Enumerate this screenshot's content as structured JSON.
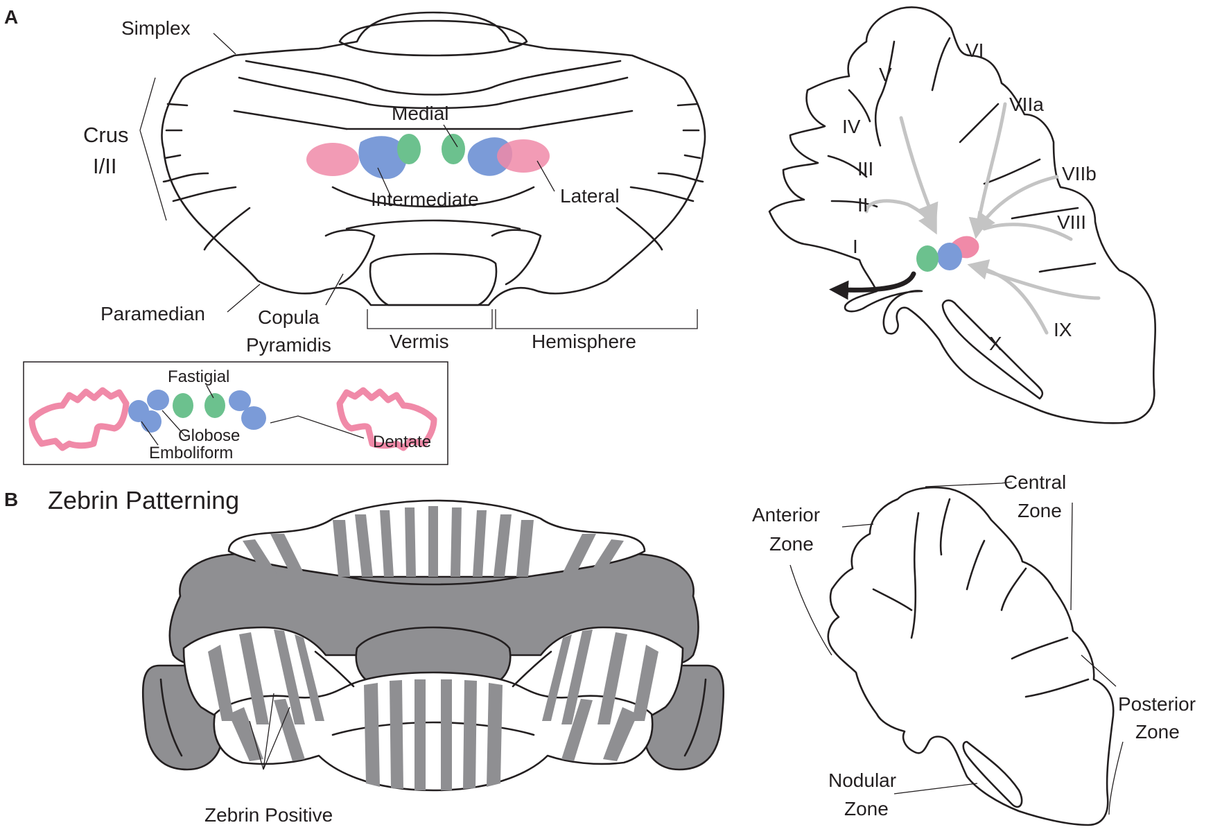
{
  "panels": {
    "a": "A",
    "b": "B"
  },
  "dorsal_view": {
    "simplex": "Simplex",
    "crus_line1": "Crus",
    "crus_line2": "I/II",
    "medial": "Medial",
    "intermediate": "Intermediate",
    "lateral": "Lateral",
    "paramedian": "Paramedian",
    "copula_line1": "Copula",
    "copula_line2": "Pyramidis",
    "vermis": "Vermis",
    "hemisphere": "Hemisphere"
  },
  "nuclei_inset": {
    "fastigial": "Fastigial",
    "globose": "Globose",
    "emboliform": "Emboliform",
    "dentate": "Dentate"
  },
  "sagittal_lobules": {
    "lobules": [
      "I",
      "II",
      "III",
      "IV",
      "V",
      "VI",
      "VIIa",
      "VIIb",
      "VIII",
      "IX",
      "X"
    ]
  },
  "zebrin": {
    "title": "Zebrin Patterning",
    "zebrin_positive": "Zebrin Positive"
  },
  "zones": {
    "central_line1": "Central",
    "central_line2": "Zone",
    "anterior_line1": "Anterior",
    "anterior_line2": "Zone",
    "posterior_line1": "Posterior",
    "posterior_line2": "Zone",
    "nodular_line1": "Nodular",
    "nodular_line2": "Zone"
  },
  "colors": {
    "medial": "#6cc18e",
    "intermediate": "#7b9bd8",
    "lateral": "#f08aa8",
    "zebrin_positive": "#8f8f92",
    "pathway_arrows": "#c4c4c4"
  }
}
